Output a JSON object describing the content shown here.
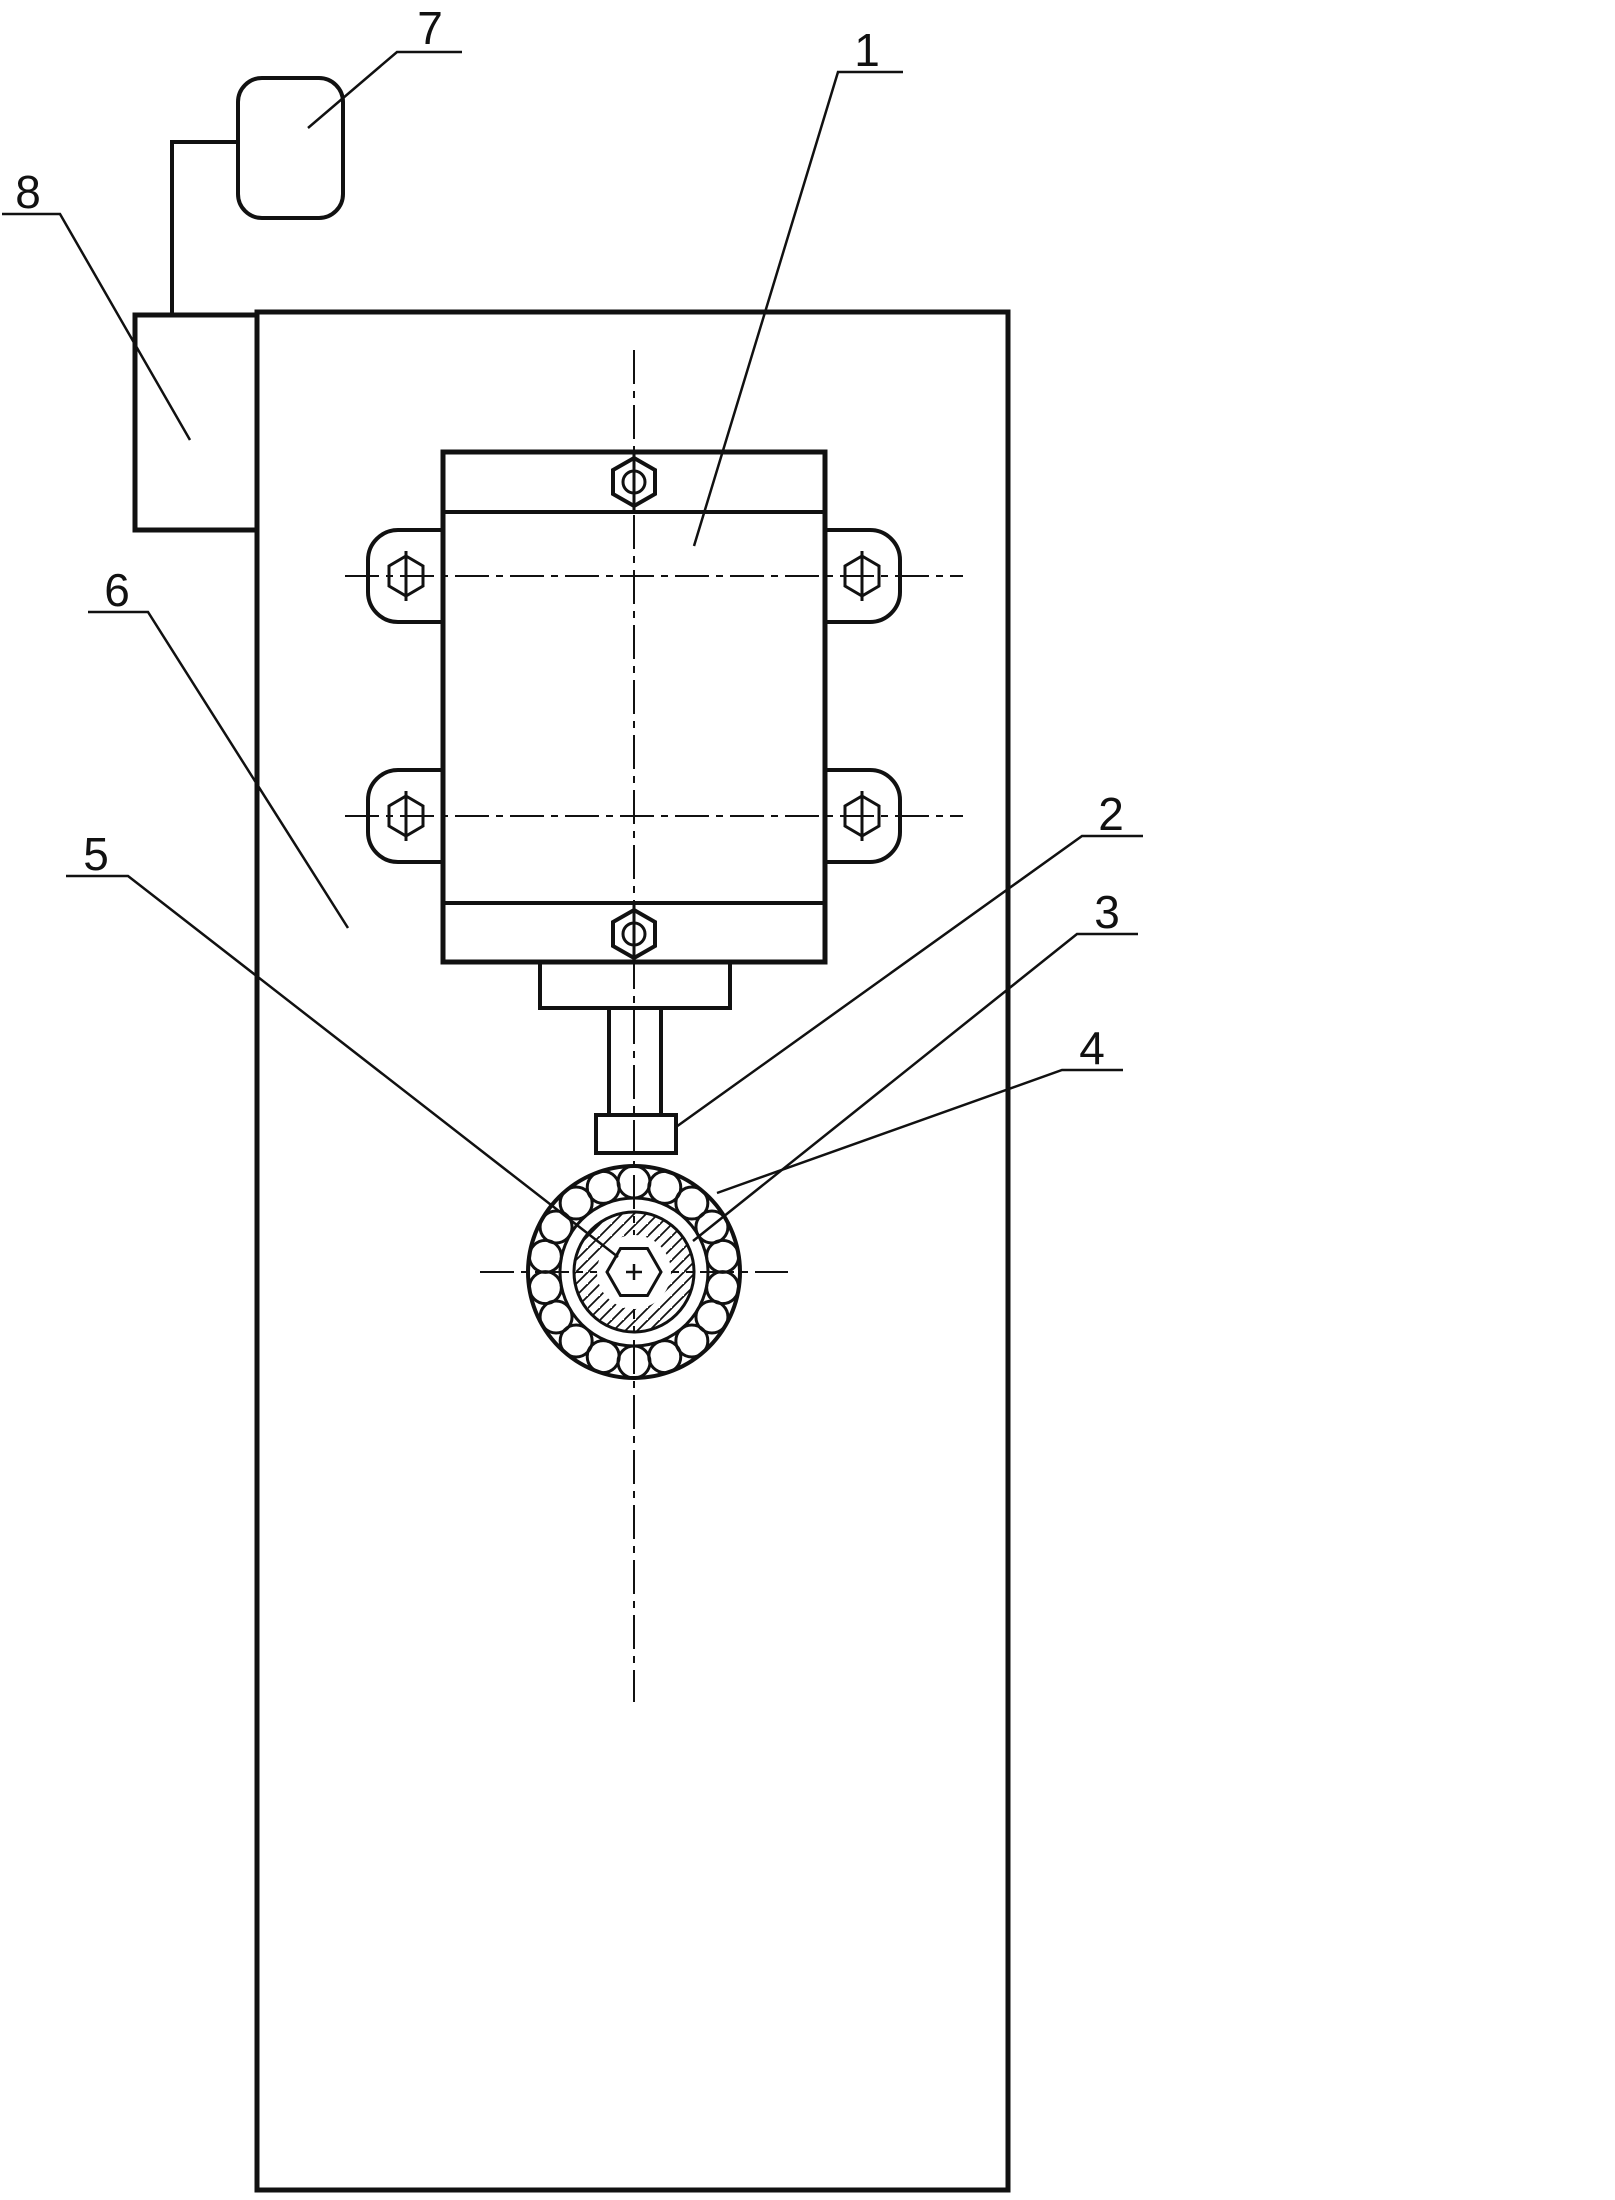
{
  "drawing": {
    "kind": "patent-style technical line drawing",
    "callouts": [
      {
        "label": "1"
      },
      {
        "label": "2"
      },
      {
        "label": "3"
      },
      {
        "label": "4"
      },
      {
        "label": "5"
      },
      {
        "label": "6"
      },
      {
        "label": "7"
      },
      {
        "label": "8"
      }
    ]
  },
  "colors": {
    "line": "#111111",
    "background": "#ffffff"
  }
}
